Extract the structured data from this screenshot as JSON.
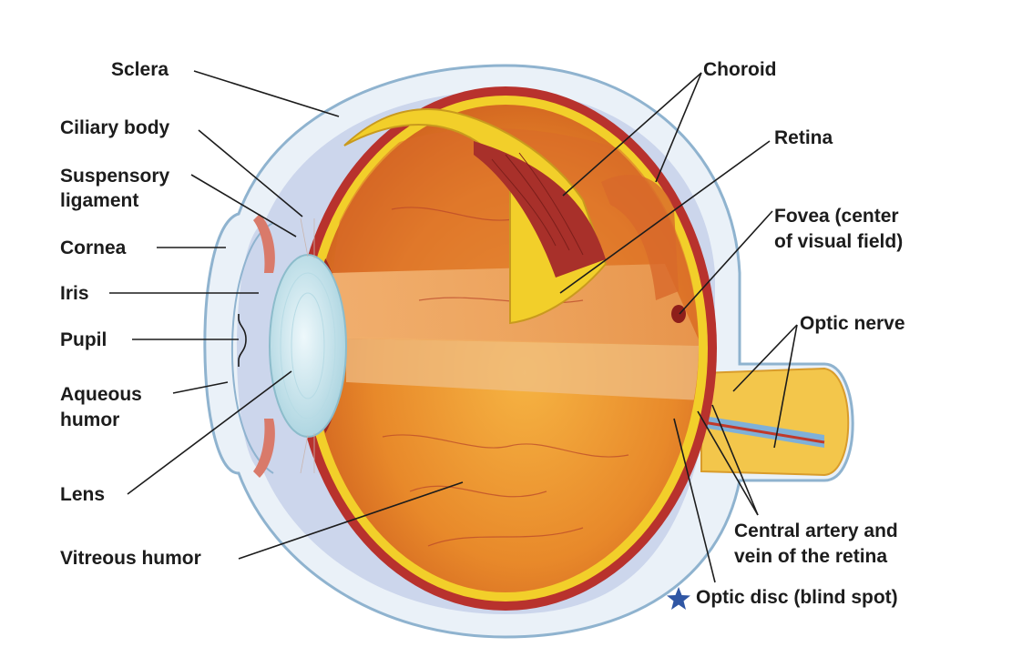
{
  "labels": {
    "sclera": "Sclera",
    "ciliary_body": "Ciliary body",
    "suspensory_ligament_1": "Suspensory",
    "suspensory_ligament_2": "ligament",
    "cornea": "Cornea",
    "iris": "Iris",
    "pupil": "Pupil",
    "aqueous_humor_1": "Aqueous",
    "aqueous_humor_2": "humor",
    "lens": "Lens",
    "vitreous_humor": "Vitreous humor",
    "choroid": "Choroid",
    "retina": "Retina",
    "fovea_1": "Fovea (center",
    "fovea_2": "of visual field)",
    "optic_nerve": "Optic nerve",
    "central_artery_1": "Central artery and",
    "central_artery_2": "vein of the retina",
    "optic_disc": "Optic disc (blind spot)"
  },
  "markers": {
    "optic_disc_marker": "star-icon"
  },
  "colors": {
    "sclera_fill": "#eaf1f8",
    "sclera_outline": "#8fb3cf",
    "choroid": "#b8322d",
    "retina": "#f2cf2a",
    "vitreous": "#e88a26",
    "lens": "#cfe8ef",
    "star": "#2f56a4",
    "leader_line": "#1c1c1c"
  }
}
